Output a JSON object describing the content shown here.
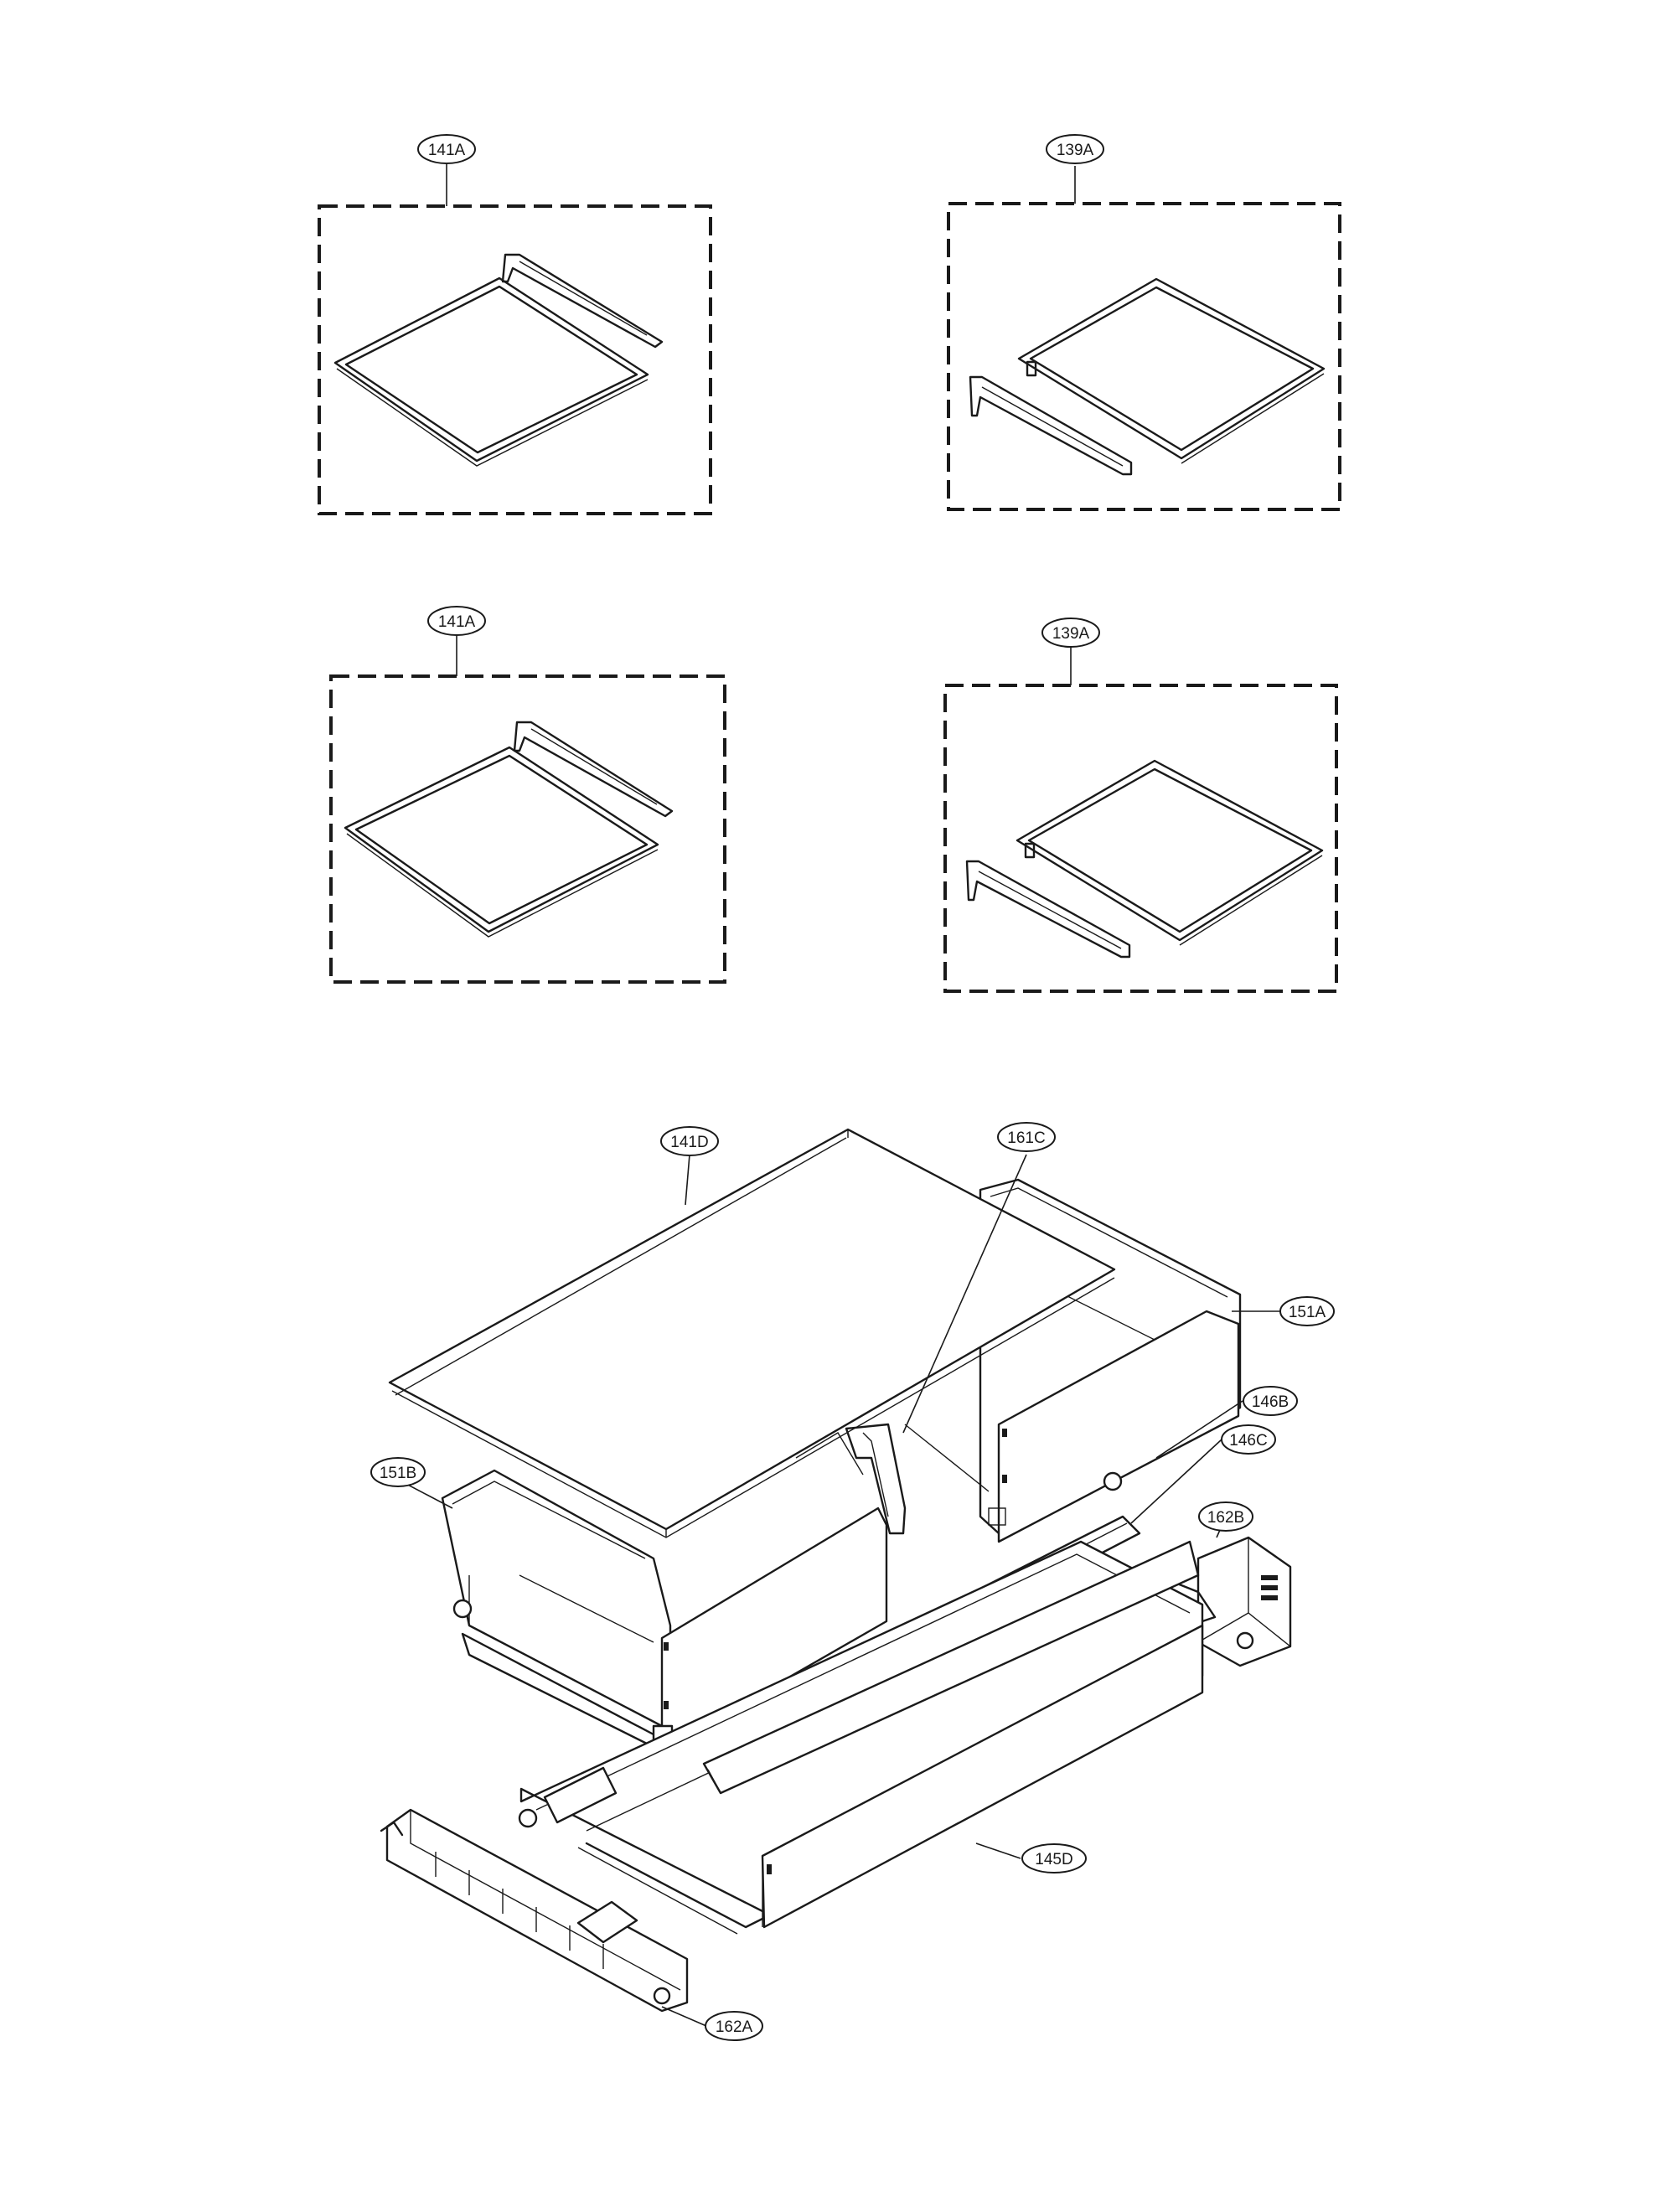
{
  "callouts": {
    "group_top_left": "141A",
    "group_top_right": "139A",
    "group_mid_left": "141A",
    "group_mid_right": "139A",
    "cover": "141D",
    "divider": "161C",
    "drawer_right": "151A",
    "rail_right": "146B",
    "rail_front": "146C",
    "bracket_right": "162B",
    "drawer_left": "151B",
    "drawer_bottom": "145D",
    "bracket_left": "162A"
  }
}
